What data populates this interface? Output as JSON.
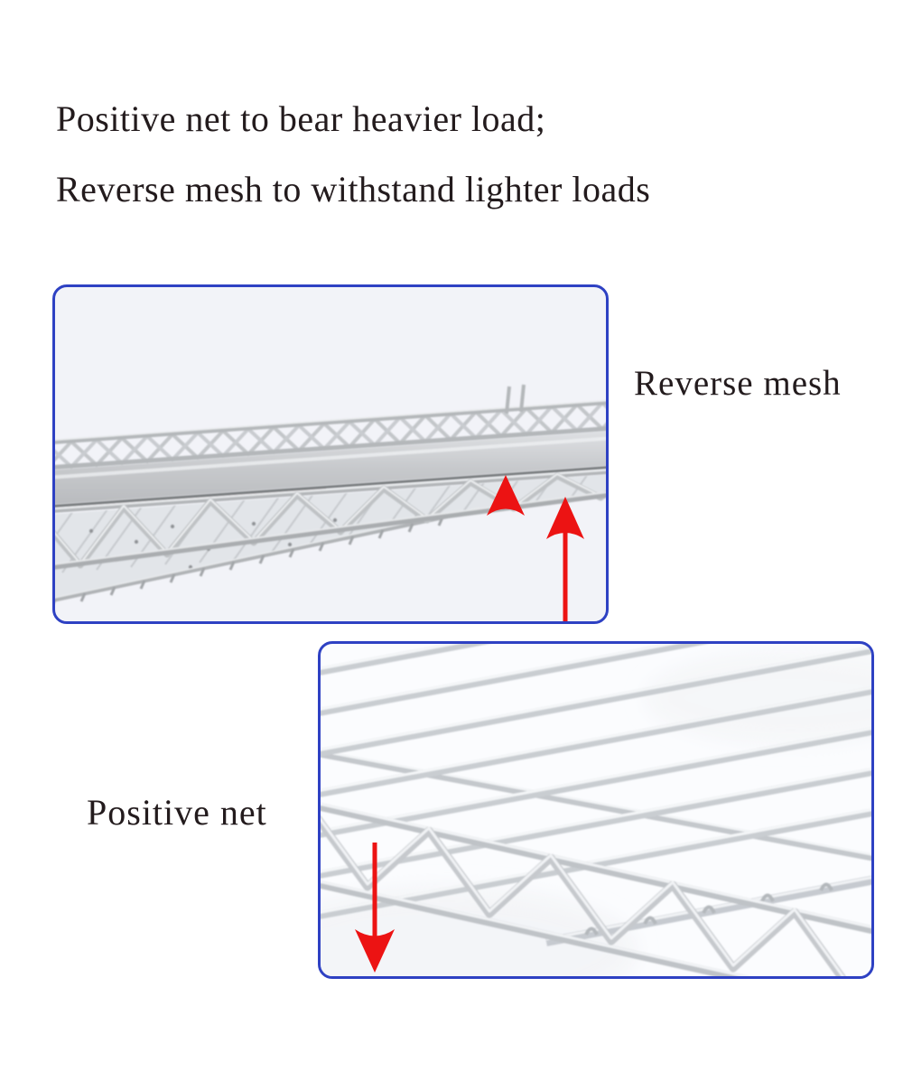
{
  "page": {
    "background": "#ffffff"
  },
  "heading": {
    "line1": "Positive net to bear heavier load;",
    "line2": "Reverse mesh to withstand lighter loads"
  },
  "figures": {
    "reverse_mesh": {
      "label": "Reverse mesh",
      "photo": "wire-shelf-reverse-mesh-edge-view",
      "arrow_icons": [
        "up-arrowhead-icon",
        "up-arrow-icon"
      ],
      "arrow_direction": "up"
    },
    "positive_net": {
      "label": "Positive net",
      "photo": "wire-shelf-positive-net-top-view",
      "arrow_icons": [
        "down-arrow-icon"
      ],
      "arrow_direction": "down"
    }
  },
  "colors": {
    "frame_blue": "#2e41c3",
    "arrow_red": "#ec1313",
    "text": "#231b1d",
    "photo_bg_top": "#f2f3f8",
    "photo_bg_bottom": "#fbfcfe",
    "wire_gray": "#c0c3c7"
  }
}
